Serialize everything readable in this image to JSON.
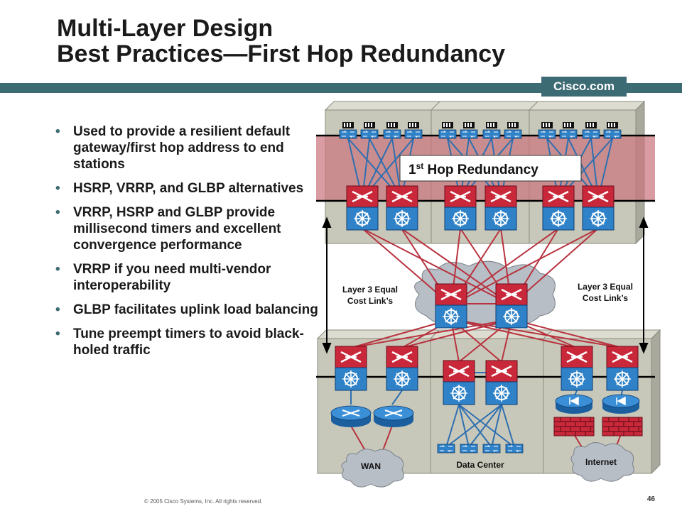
{
  "title": {
    "line1": "Multi-Layer Design",
    "line2": "Best Practices—First Hop Redundancy"
  },
  "brand": "Cisco.com",
  "bullets": [
    "Used to provide a resilient default gateway/first hop address to end stations",
    "HSRP, VRRP, and GLBP alternatives",
    "VRRP, HSRP and GLBP provide millisecond timers and excellent convergence performance",
    "VRRP if you need multi-vendor interoperability",
    "GLBP facilitates uplink load balancing",
    "Tune preempt timers to avoid black-holed traffic"
  ],
  "diagram": {
    "redundancy_label": "1",
    "redundancy_sup": "st",
    "redundancy_text": " Hop Redundancy",
    "left_link_label_1": "Layer 3 Equal",
    "left_link_label_2": "Cost Link’s",
    "right_link_label_1": "Layer 3 Equal",
    "right_link_label_2": "Cost Link’s",
    "wan_label": "WAN",
    "datacenter_label": "Data Center",
    "internet_label": "Internet"
  },
  "footer": {
    "copyright": "© 2005 Cisco Systems, Inc. All rights reserved.",
    "page": "46"
  },
  "colors": {
    "banner": "#3d6b73",
    "link_red": "#b8333f",
    "link_blue": "#2e6fb0",
    "band_pink": "#c9767e",
    "panel": "#c8c8ba"
  }
}
